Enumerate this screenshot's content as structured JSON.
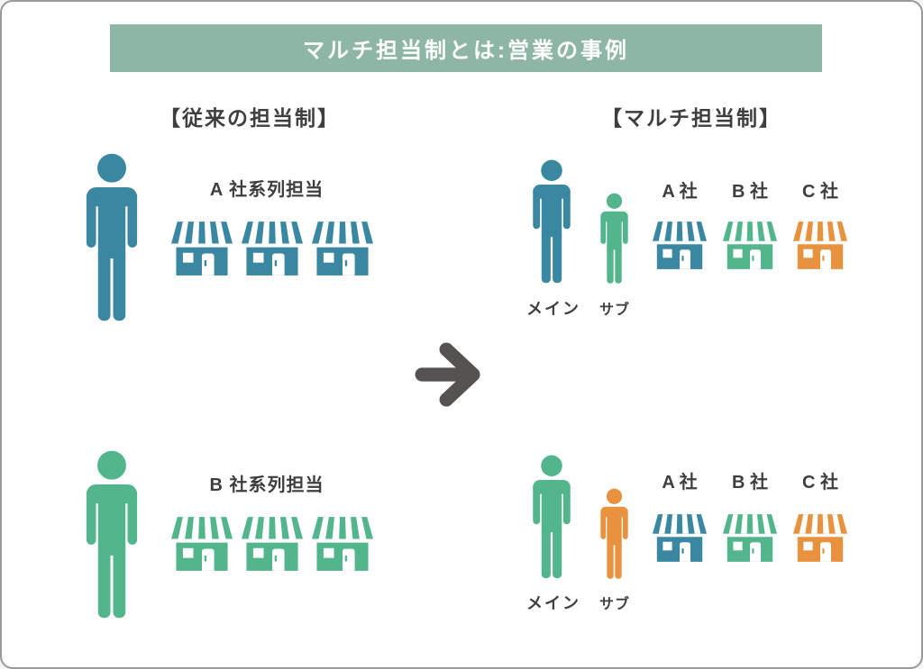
{
  "banner": {
    "title": "マルチ担当制とは:営業の事例",
    "bg": "#8db6a4",
    "text_color": "#ffffff"
  },
  "colors": {
    "blue": "#3a87a2",
    "green": "#52b58c",
    "orange": "#e8913f",
    "arrow": "#555250",
    "heading_text": "#3f3e3e"
  },
  "left_section": {
    "heading": "【従来の担当制】",
    "groups": [
      {
        "label": "A 社系列担当",
        "person_color": "#3a87a2",
        "store_color": "#3a87a2",
        "store_count": 3
      },
      {
        "label": "B 社系列担当",
        "person_color": "#52b58c",
        "store_color": "#52b58c",
        "store_count": 3
      }
    ]
  },
  "right_section": {
    "heading": "【マルチ担当制】",
    "main_label": "メイン",
    "sub_label": "サブ",
    "store_labels": [
      "A 社",
      "B 社",
      "C 社"
    ],
    "store_colors": [
      "#3a87a2",
      "#52b58c",
      "#e8913f"
    ],
    "groups": [
      {
        "main_color": "#3a87a2",
        "sub_color": "#52b58c"
      },
      {
        "main_color": "#52b58c",
        "sub_color": "#e8913f"
      }
    ]
  }
}
